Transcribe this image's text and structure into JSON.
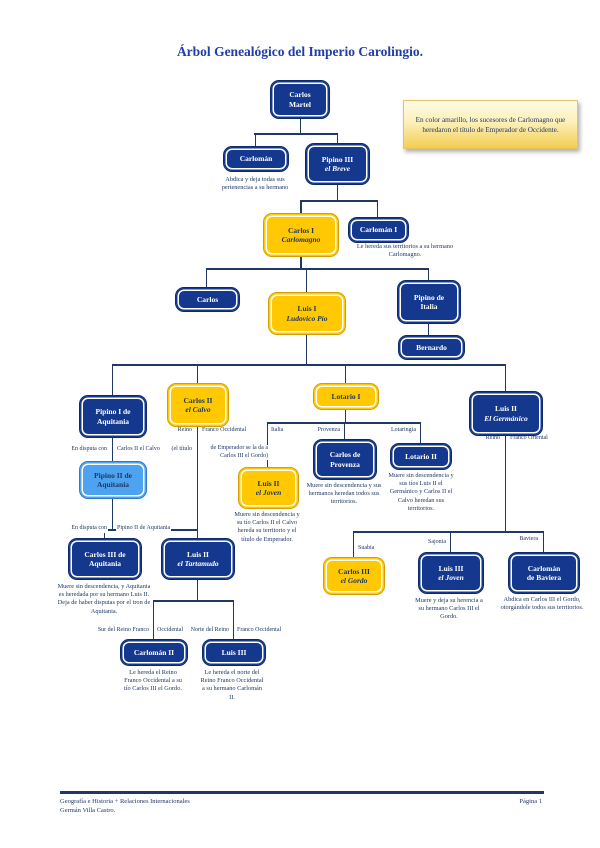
{
  "title": "Árbol Genealógico del Imperio Carolingio.",
  "legend": "En color amarillo, los sucesores de Carlomagno que heredaron el título de Emperador de Occidente.",
  "colors": {
    "node_blue": "#15388F",
    "node_blue_border": "#0B2A6B",
    "node_yellow": "#FFC800",
    "node_yellow_border": "#D89E00",
    "node_lightblue": "#4DA3F0",
    "connector_line": "#1F3864",
    "title_text": "#1E3EA8",
    "annotation_text": "#1F3864",
    "legend_top": "#FFFBE4",
    "legend_bottom": "#F3CD52"
  },
  "nodes": {
    "carlos_martel": {
      "l1": "Carlos",
      "l2": "Martel"
    },
    "carloman": {
      "l1": "Carlomán"
    },
    "pipino_iii": {
      "l1": "Pipino III",
      "l2": "el Breve"
    },
    "carlos_i": {
      "l1": "Carlos I",
      "l2": "Carlomagno"
    },
    "carloman_i": {
      "l1": "Carlomán I"
    },
    "carlos": {
      "l1": "Carlos"
    },
    "luis_i": {
      "l1": "Luis I",
      "l2": "Ludovico Pío"
    },
    "pipino_italia": {
      "l1": "Pipino de",
      "l2": "Italia"
    },
    "bernardo": {
      "l1": "Bernardo"
    },
    "pipino_i": {
      "l1": "Pipino I de",
      "l2": "Aquitania"
    },
    "carlos_ii": {
      "l1": "Carlos II",
      "l2": "el Calvo"
    },
    "lotario_i": {
      "l1": "Lotario I"
    },
    "luis_ii_germanico": {
      "l1": "Luis II",
      "l2": "El Germánico"
    },
    "pipino_ii": {
      "l1": "Pipino II de",
      "l2": "Aquitania"
    },
    "luis_ii_joven": {
      "l1": "Luis II",
      "l2": "el Joven"
    },
    "carlos_provenza": {
      "l1": "Carlos de",
      "l2": "Provenza"
    },
    "lotario_ii": {
      "l1": "Lotario II"
    },
    "carlos_iii_aquitania": {
      "l1": "Carlos III de",
      "l2": "Aquitania"
    },
    "luis_ii_tartamudo": {
      "l1": "Luis II",
      "l2": "el Tartamudo"
    },
    "carlos_iii_gordo": {
      "l1": "Carlos III",
      "l2": "el Gordo"
    },
    "luis_iii_joven": {
      "l1": "Luis III",
      "l2": "el Joven"
    },
    "carloman_baviera": {
      "l1": "Carlomán",
      "l2": "de Baviera"
    },
    "carloman_ii": {
      "l1": "Carlomán II"
    },
    "luis_iii": {
      "l1": "Luis III"
    }
  },
  "notes": {
    "carloman": "Abdica y deja todas sus pertenencias a su hermano",
    "carloman_i": "Le hereda sus territorios a su hermano Carlomagno.",
    "luis_ii_joven": "Muere sin descendencia y su tío Carlos II el Calvo hereda su territorio y el título de Emperador.",
    "carlos_provenza": "Muere sin descendencia y sus hermanos heredan todos sus territorios.",
    "lotario_ii": "Muere sin descendencia y sus tíos Luis II el Germánico y Carlos II el Calvo heredan sus territorios.",
    "carlos_iii_aquitania": "Muere sin descendencia, y Aquitania es heredada por su hermano Luis II. Deja de haber disputas por el tron de Aquitania.",
    "luis_iii_joven": "Muere y deja su herencia a su hermano Carlos III el Gordo.",
    "carloman_baviera": "Abdica en Carlos III el Gordo, otorgándole todos sus territorios.",
    "carloman_ii": "Le hereda el Reino Franco Occidental a su tío Carlos III el Gordo.",
    "luis_iii": "Le hereda el norte del Reino Franco Occidental a su hermano Carlomán II."
  },
  "labels": {
    "reino_occ_l": "Reino",
    "reino_occ_r": "Franco Occidental",
    "titulo_l": "(el título",
    "titulo_r": "de Emperador se la da a Carlos III el Gordo)",
    "italia": "Italia",
    "provenza": "Provenza",
    "lotaringia": "Lotaringia",
    "reino_or_l": "Reino",
    "reino_or_r": "Franco Oriental",
    "disputa1_l": "En disputa con",
    "disputa1_r": "Carlos II el Calvo",
    "disputa2_l": "En disputa con",
    "disputa2_r": "Pipino II de Aquitania",
    "suabia": "Suabia",
    "sajonia": "Sajonia",
    "baviera": "Baviera",
    "sur_l": "Sur del Reino Franco",
    "sur_r": "Occidental",
    "norte_l": "Norte del Reino",
    "norte_r": "Franco Occidental"
  },
  "footer": {
    "line1": "Geografía e Historia + Relaciones Internacionales",
    "line2": "Germán Villa Castro.",
    "page": "Página 1"
  }
}
